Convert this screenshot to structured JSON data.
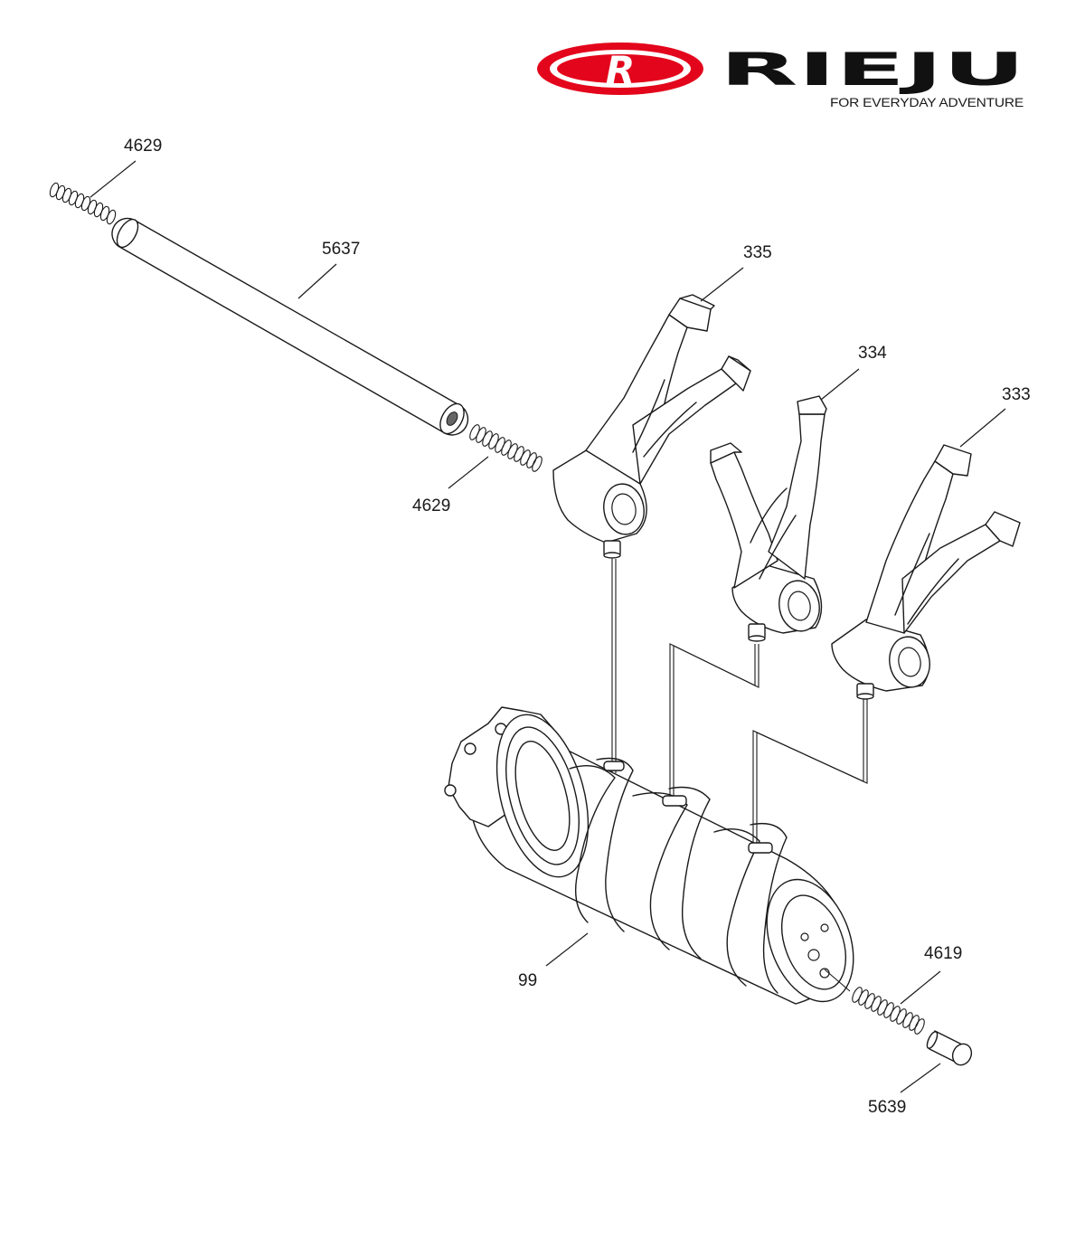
{
  "brand": {
    "logo_letter": "R",
    "name": "RIEJU",
    "tagline": "FOR EVERYDAY ADVENTURE",
    "accent_color": "#e3051b"
  },
  "parts": [
    {
      "id": "spring-top-left",
      "label": "4629"
    },
    {
      "id": "shift-fork-shaft",
      "label": "5637"
    },
    {
      "id": "spring-shaft-end",
      "label": "4629"
    },
    {
      "id": "shift-fork-335",
      "label": "335"
    },
    {
      "id": "shift-fork-334",
      "label": "334"
    },
    {
      "id": "shift-fork-333",
      "label": "333"
    },
    {
      "id": "shift-drum",
      "label": "99"
    },
    {
      "id": "drum-spring",
      "label": "4619"
    },
    {
      "id": "drum-pin",
      "label": "5639"
    }
  ]
}
